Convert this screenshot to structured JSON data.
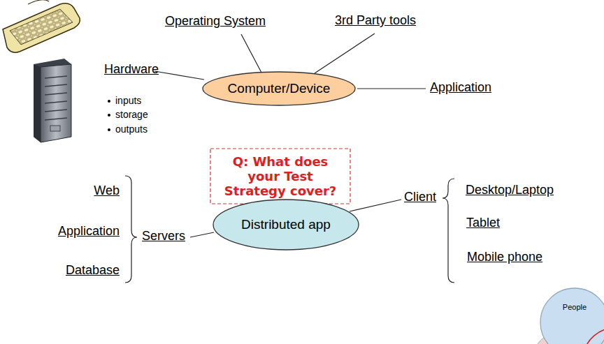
{
  "diagram": {
    "nodes": [
      {
        "text": [
          "Computer/Device"
        ]
      },
      {
        "text": [
          "Q: What does your Test Strategy cover?"
        ]
      },
      {
        "text": [
          "Distributed app"
        ]
      },
      {
        "text": [
          "People"
        ]
      }
    ],
    "labels": [
      "Operating System",
      "3rd Party tools",
      "Hardware",
      "inputs",
      "storage",
      "outputs",
      "Application",
      "Client",
      "Desktop/Laptop",
      "Tablet",
      "Mobile phone",
      "Web",
      "Application",
      "Database",
      "Servers"
    ]
  }
}
